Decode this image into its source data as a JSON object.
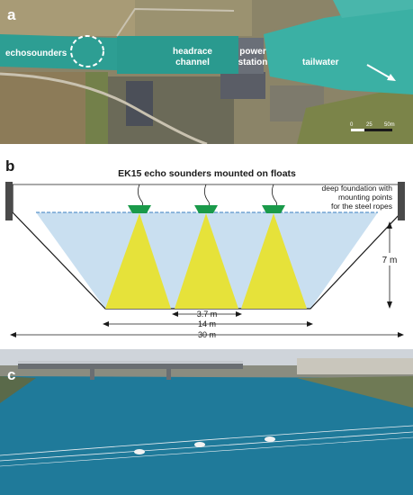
{
  "panel_a": {
    "panel_label": "a",
    "labels": {
      "echosounders": "echosounders",
      "headrace_line1": "headrace",
      "headrace_line2": "channel",
      "power_line1": "power",
      "power_line2": "station",
      "tailwater": "tailwater"
    },
    "scale": {
      "ticks": [
        "0",
        "25",
        "50m"
      ]
    },
    "colors": {
      "water": "#2fa59a",
      "field": "#8a7a5c",
      "grass": "#7f8a4e"
    }
  },
  "panel_b": {
    "panel_label": "b",
    "title": "EK15 echo sounders mounted on floats",
    "annotation_lines": [
      "deep foundation with",
      "mounting points",
      "for the steel ropes"
    ],
    "depth_label": "7 m",
    "dim_labels": {
      "spacing": "3.7 m",
      "bottom": "14 m",
      "top": "30 m"
    },
    "colors": {
      "water": "#c9dff0",
      "beam": "#e6e23a",
      "float": "#1a9a4a",
      "waterline": "#3a7fc0"
    }
  },
  "panel_c": {
    "panel_label": "c",
    "colors": {
      "water": "#1f7a9a",
      "sky": "#cfd4da"
    }
  }
}
